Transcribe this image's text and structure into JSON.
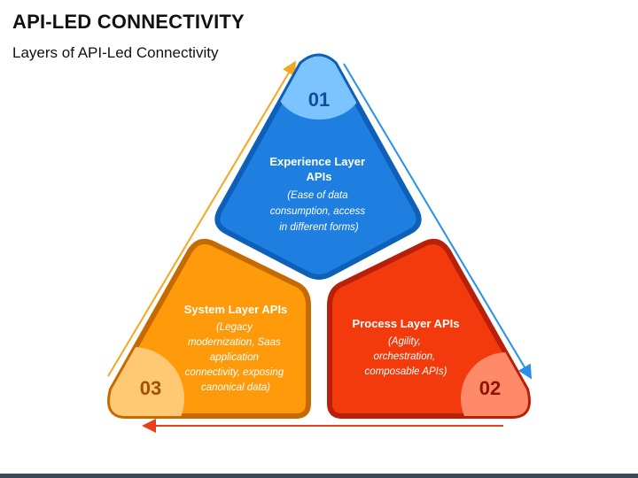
{
  "title": "API-LED CONNECTIVITY",
  "subtitle": "Layers of API-Led Connectivity",
  "layers": [
    {
      "number": "01",
      "title_lines": [
        "Experience Layer",
        "APIs"
      ],
      "desc_lines": [
        "(Ease of data",
        "consumption, access",
        "in different forms)"
      ],
      "color": "#1e7fe0",
      "border_color": "#0d5fb8",
      "badge_color": "#7cc4ff",
      "number_color": "#0d4f9e"
    },
    {
      "number": "02",
      "title_lines": [
        "Process Layer APIs"
      ],
      "desc_lines": [
        "(Agility,",
        "orchestration,",
        "composable APIs)"
      ],
      "color": "#f23a0c",
      "border_color": "#b8200a",
      "badge_color": "#ff8a6a",
      "number_color": "#8f1500"
    },
    {
      "number": "03",
      "title_lines": [
        "System Layer APIs"
      ],
      "desc_lines": [
        "(Legacy",
        "modernization, Saas",
        "application",
        "connectivity, exposing",
        "canonical data)"
      ],
      "color": "#ff9a0a",
      "border_color": "#c56a00",
      "badge_color": "#ffc873",
      "number_color": "#a35100"
    }
  ],
  "arrows": {
    "left_color": "#f5a623",
    "right_color": "#2a8fe8",
    "bottom_color": "#e8401c"
  }
}
